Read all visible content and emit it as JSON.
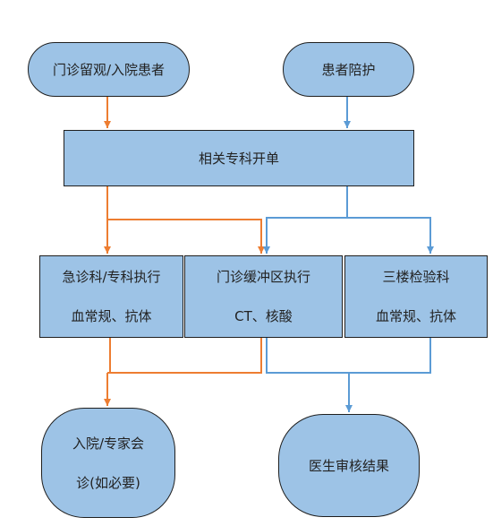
{
  "nodes": {
    "outpatient_inpatient": {
      "text": "门诊留观/入院患者"
    },
    "escort": {
      "text": "患者陪护"
    },
    "specialty_order": {
      "text": "相关专科开单"
    },
    "emergency": {
      "line1": "急诊科/专科执行",
      "line2": "血常规、抗体"
    },
    "buffer_zone": {
      "line1": "门诊缓冲区执行",
      "line2": "CT、核酸"
    },
    "lab": {
      "line1": "三楼检验科",
      "line2": "血常规、抗体"
    },
    "admission": {
      "line1": "入院/专家会",
      "line2": "诊(如必要)"
    },
    "review": {
      "text": "医生审核结果"
    }
  },
  "colors": {
    "orange_path": "#ed7d31",
    "blue_path": "#5b9bd5",
    "node_fill": "#9dc3e6"
  }
}
